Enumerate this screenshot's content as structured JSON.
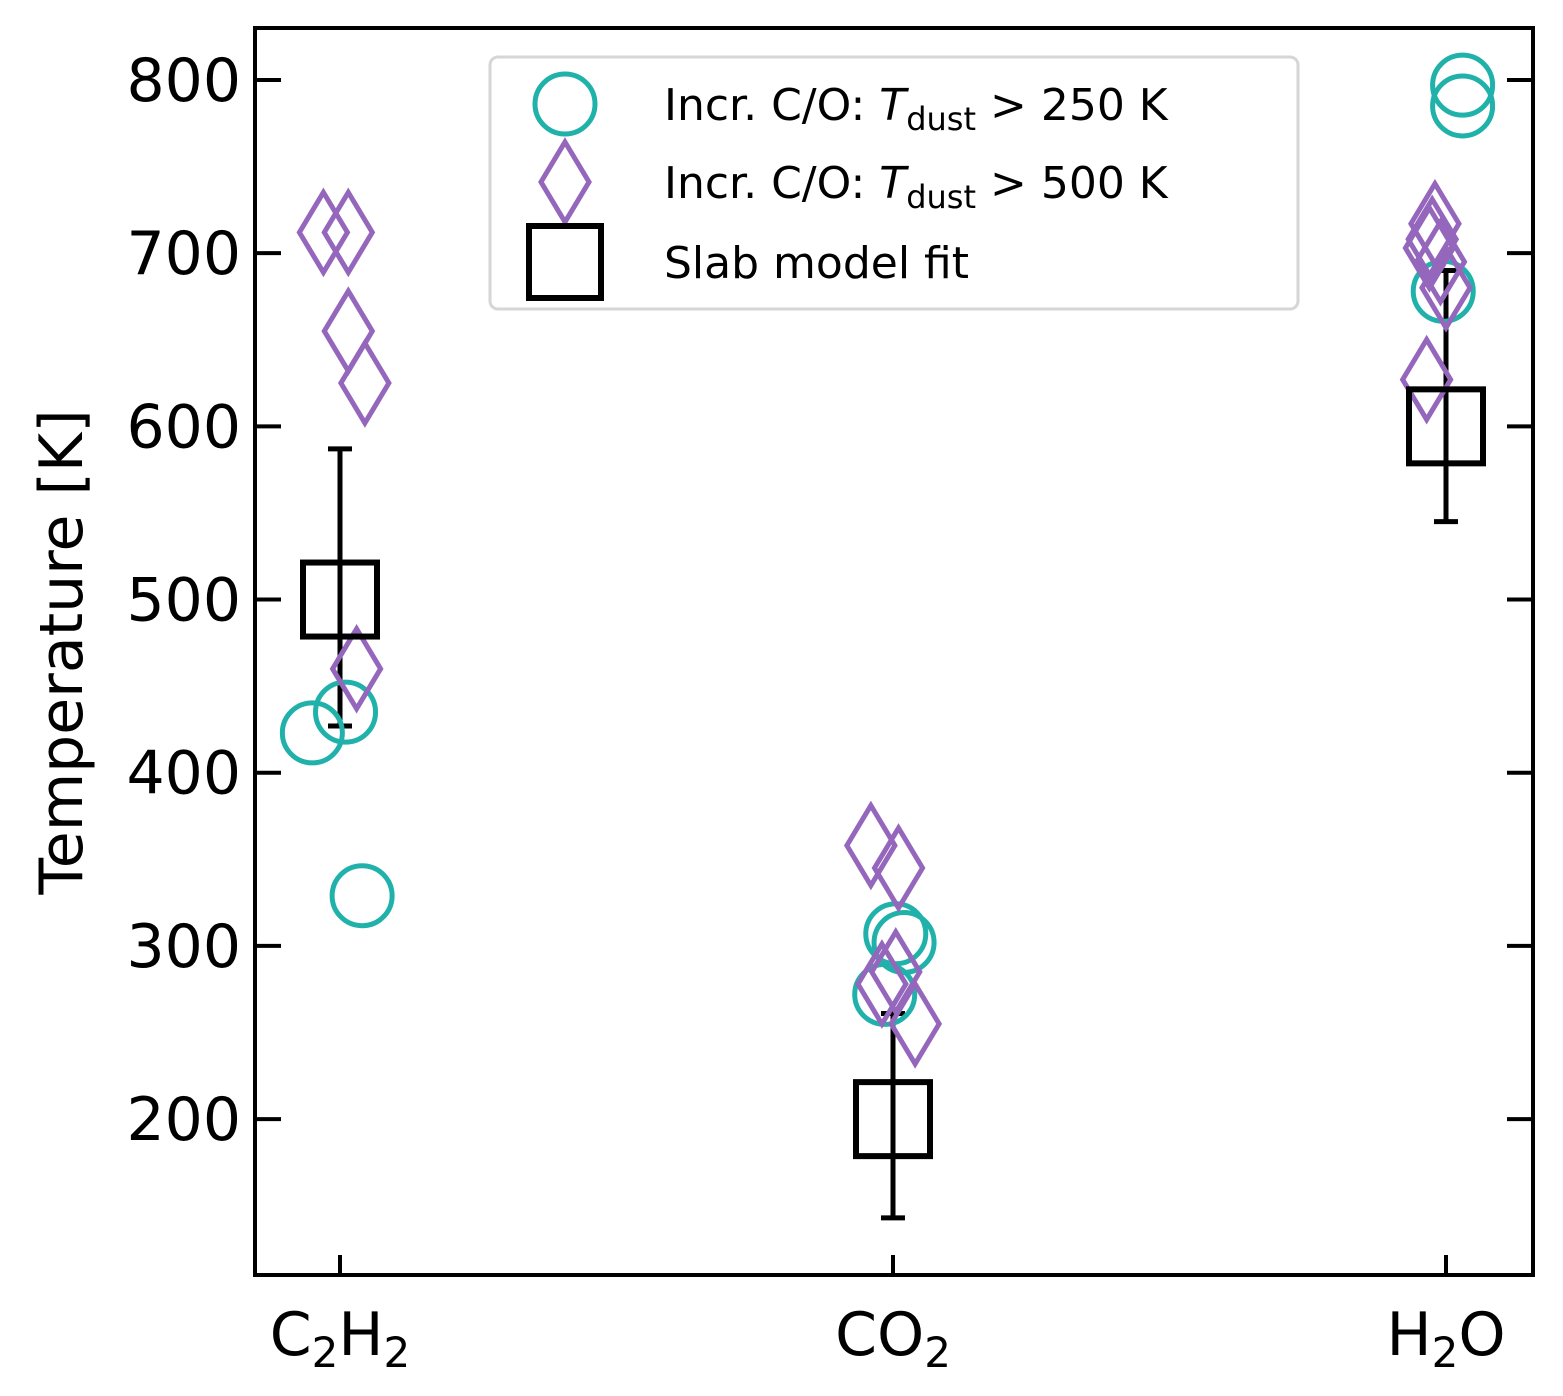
{
  "chart_data": {
    "type": "scatter",
    "ylabel": "Temperature [K]",
    "ylim": [
      110,
      830
    ],
    "yticks": [
      200,
      300,
      400,
      500,
      600,
      700,
      800
    ],
    "categories": [
      {
        "name": "C2H2",
        "base": "C",
        "sub1": "2",
        "mid": "H",
        "sub2": "2",
        "tail": ""
      },
      {
        "name": "CO2",
        "base": "CO",
        "sub1": "2",
        "mid": "",
        "sub2": "",
        "tail": ""
      },
      {
        "name": "H2O",
        "base": "H",
        "sub1": "2",
        "mid": "O",
        "sub2": "",
        "tail": ""
      }
    ],
    "legend": {
      "placement": "top-center",
      "entries": [
        {
          "marker": "circle",
          "prefix": "Incr. C/O: ",
          "var": "T",
          "sub": "dust",
          "suffix": " > 250 K"
        },
        {
          "marker": "diamond",
          "prefix": "Incr. C/O: ",
          "var": "T",
          "sub": "dust",
          "suffix": " > 500 K"
        },
        {
          "marker": "square",
          "text": "Slab model fit"
        }
      ]
    },
    "colors": {
      "circle": "#20b2aa",
      "diamond": "#9467bd",
      "square": "#000000"
    },
    "series": [
      {
        "marker": "circle",
        "points": [
          {
            "cat": 0,
            "offset": -0.05,
            "y": 423
          },
          {
            "cat": 0,
            "offset": 0.01,
            "y": 435
          },
          {
            "cat": 0,
            "offset": 0.04,
            "y": 329
          },
          {
            "cat": 1,
            "offset": -0.015,
            "y": 272
          },
          {
            "cat": 1,
            "offset": 0.005,
            "y": 307
          },
          {
            "cat": 1,
            "offset": 0.02,
            "y": 302
          },
          {
            "cat": 2,
            "offset": -0.005,
            "y": 678
          },
          {
            "cat": 2,
            "offset": 0.03,
            "y": 797
          },
          {
            "cat": 2,
            "offset": 0.03,
            "y": 785
          }
        ]
      },
      {
        "marker": "diamond",
        "points": [
          {
            "cat": 0,
            "offset": -0.03,
            "y": 712
          },
          {
            "cat": 0,
            "offset": 0.015,
            "y": 712
          },
          {
            "cat": 0,
            "offset": 0.015,
            "y": 655
          },
          {
            "cat": 0,
            "offset": 0.045,
            "y": 625
          },
          {
            "cat": 0,
            "offset": 0.03,
            "y": 460
          },
          {
            "cat": 1,
            "offset": -0.04,
            "y": 358
          },
          {
            "cat": 1,
            "offset": 0.01,
            "y": 345
          },
          {
            "cat": 1,
            "offset": -0.02,
            "y": 278
          },
          {
            "cat": 1,
            "offset": 0.005,
            "y": 285
          },
          {
            "cat": 1,
            "offset": 0.04,
            "y": 255
          },
          {
            "cat": 2,
            "offset": -0.03,
            "y": 703
          },
          {
            "cat": 2,
            "offset": -0.025,
            "y": 708
          },
          {
            "cat": 2,
            "offset": -0.02,
            "y": 717
          },
          {
            "cat": 2,
            "offset": -0.035,
            "y": 627
          },
          {
            "cat": 2,
            "offset": -0.01,
            "y": 695
          },
          {
            "cat": 2,
            "offset": 0.0,
            "y": 680
          }
        ]
      },
      {
        "marker": "square",
        "points": [
          {
            "cat": 0,
            "offset": 0.0,
            "y": 500,
            "err_low": 427,
            "err_high": 587
          },
          {
            "cat": 1,
            "offset": 0.0,
            "y": 200,
            "err_low": 143,
            "err_high": 261
          },
          {
            "cat": 2,
            "offset": 0.0,
            "y": 600,
            "err_low": 545,
            "err_high": 690
          }
        ]
      }
    ]
  }
}
